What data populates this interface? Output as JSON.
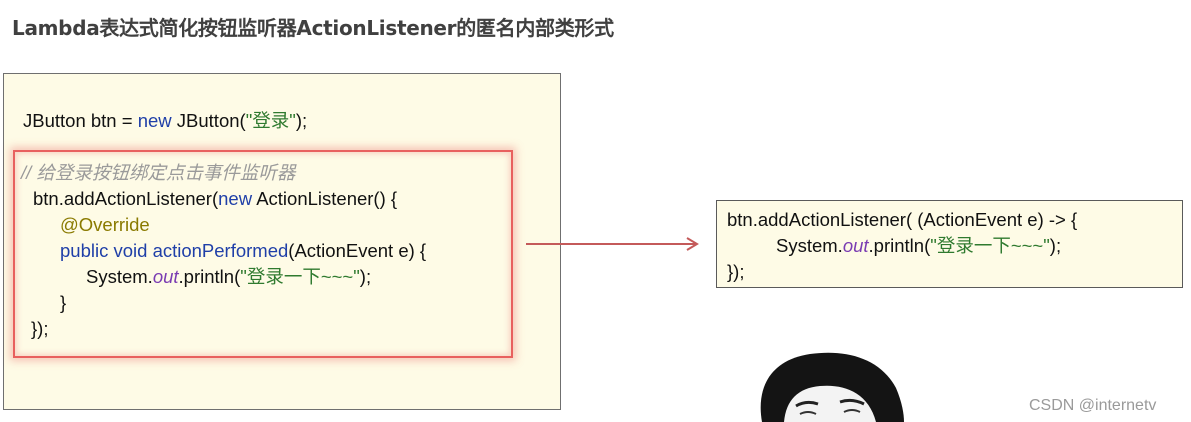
{
  "title": "Lambda表达式简化按钮监听器ActionListener的匿名内部类形式",
  "left_code": {
    "line1": {
      "t1": "JButton btn = ",
      "kw": "new",
      "t2": " JButton(",
      "str": "\"登录\"",
      "t3": ");"
    },
    "comment": "// 给登录按钮绑定点击事件监听器",
    "line3": {
      "t1": "btn.addActionListener(",
      "kw": "new",
      "t2": " ActionListener() {"
    },
    "line4": "@Override",
    "line5": {
      "kw": "public void ",
      "fn": "actionPerformed",
      "t1": "(ActionEvent e) {"
    },
    "line6": {
      "t1": "System.",
      "it": "out",
      "t2": ".println(",
      "str": "\"登录一下~~~\"",
      "t3": ");"
    },
    "line7": "}",
    "line8": "});"
  },
  "right_code": {
    "line1": "btn.addActionListener( (ActionEvent e) -> {",
    "line2": {
      "t1": "System.",
      "it": "out",
      "t2": ".println(",
      "str": "\"登录一下~~~\"",
      "t3": ");"
    },
    "line3": "});"
  },
  "watermark": "CSDN @internetv",
  "colors": {
    "highlight": "#e8605e",
    "panel_bg": "#fefbe6",
    "arrow": "#c45a5a"
  }
}
